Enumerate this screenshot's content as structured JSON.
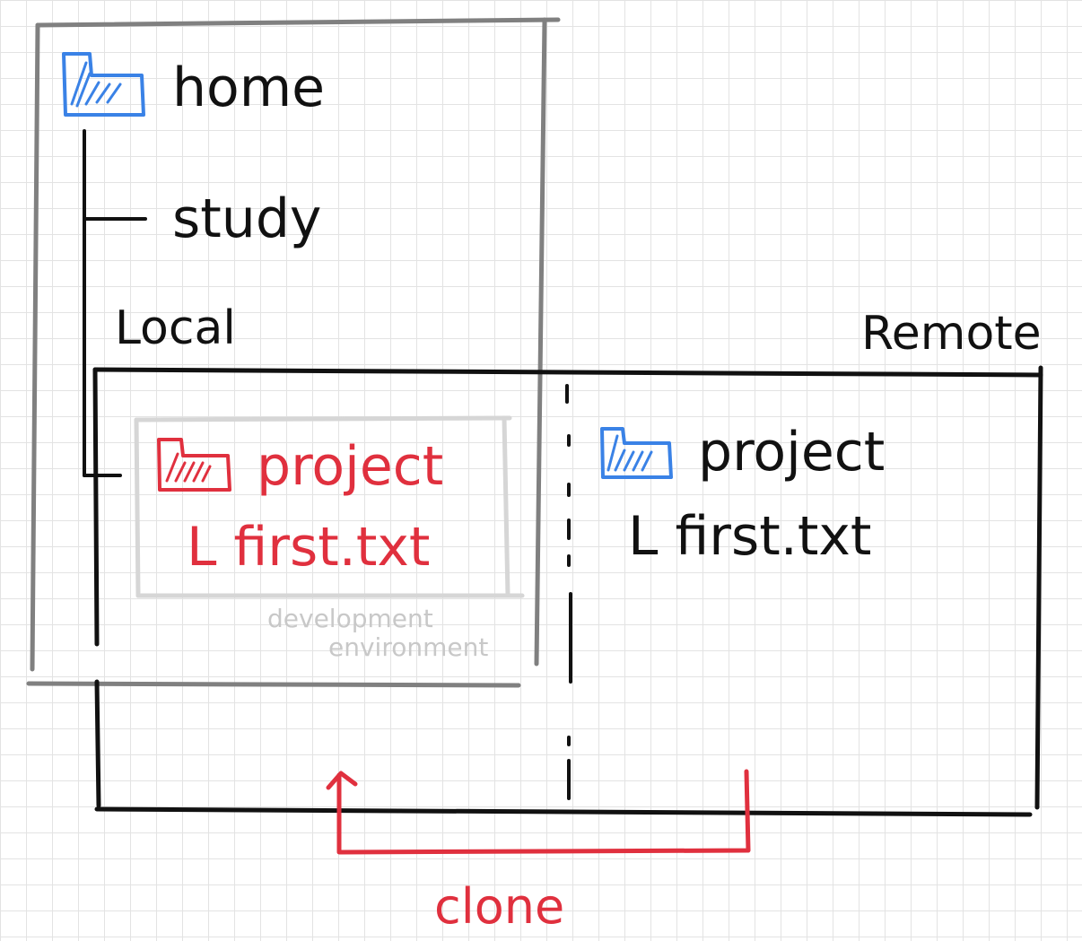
{
  "tree": {
    "home": "home",
    "study": "study",
    "local_project": "project",
    "local_file": "L first.txt"
  },
  "regions": {
    "local": "Local",
    "remote": "Remote",
    "dev_env_line1": "development",
    "dev_env_line2": "environment"
  },
  "remote_tree": {
    "project": "project",
    "file": "L first.txt"
  },
  "action": {
    "clone": "clone"
  },
  "icons": {
    "home": "folder-icon",
    "local_project": "folder-icon",
    "remote_project": "folder-icon"
  },
  "colors": {
    "local_folder": "#e0303e",
    "blue_folder": "#3a82e6",
    "clone_arrow": "#e0303e",
    "home_box": "#808080",
    "dev_env_box": "#d6d6d6"
  }
}
